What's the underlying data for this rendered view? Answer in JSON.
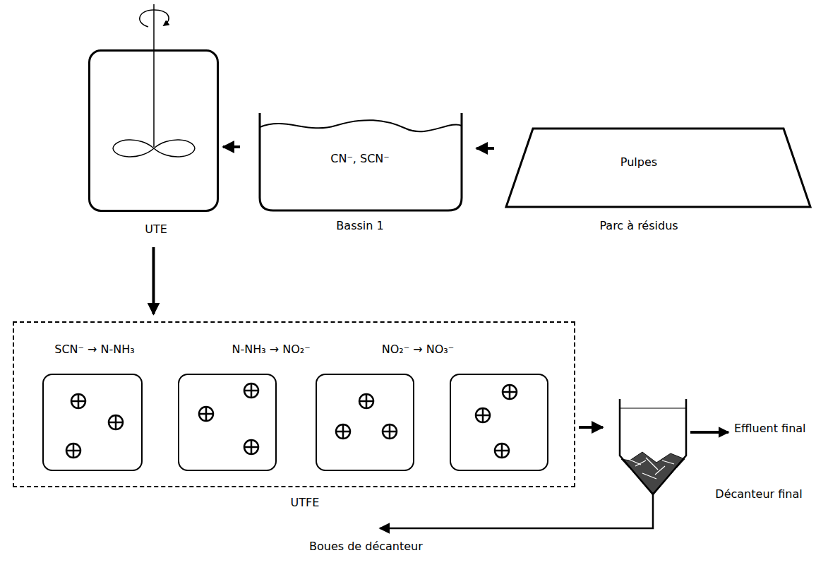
{
  "diagram": {
    "nodes": [
      {
        "text": [
          "UTE"
        ]
      },
      {
        "text": [
          "CN⁻, SCN⁻",
          "Bassin 1"
        ]
      },
      {
        "text": [
          "Pulpes",
          "Parc à résidus"
        ]
      },
      {
        "text": [
          "UTFE"
        ]
      },
      {
        "text": [
          "SCN⁻ → N-NH₃"
        ],
        "in": 3
      },
      {
        "text": [
          "N-NH₃ → NO₂⁻"
        ],
        "in": 3
      },
      {
        "text": [
          "NO₂⁻ → NO₃⁻"
        ],
        "in": 3
      },
      {
        "text": [],
        "in": 3
      },
      {
        "text": [
          "Décanteur final"
        ]
      }
    ],
    "edges": [
      {
        "from": 2,
        "to": 1,
        "arrow": "to"
      },
      {
        "from": 1,
        "to": 0,
        "arrow": "to"
      },
      {
        "from": 0,
        "to": 3,
        "arrow": "to"
      },
      {
        "from": 3,
        "to": 8,
        "arrow": "to"
      }
    ],
    "labels": [
      "Effluent final",
      "Boues de décanteur"
    ]
  }
}
